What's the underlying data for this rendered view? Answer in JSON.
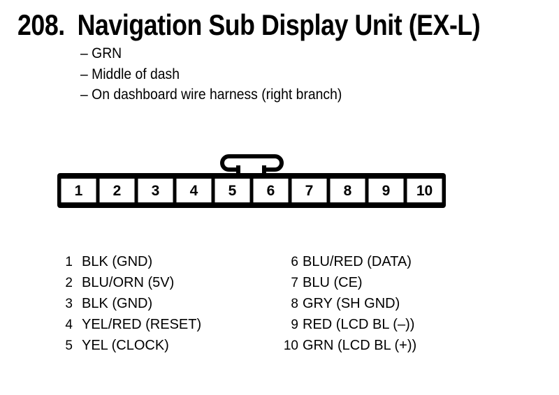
{
  "colors": {
    "ink": "#000000",
    "paper": "#ffffff"
  },
  "header": {
    "number": "208.",
    "title": "Navigation Sub Display Unit (EX-L)"
  },
  "details": {
    "items": [
      "– GRN",
      "– Middle of dash",
      "– On dashboard wire harness (right branch)"
    ]
  },
  "connector": {
    "pin_count": 10,
    "pins": [
      "1",
      "2",
      "3",
      "4",
      "5",
      "6",
      "7",
      "8",
      "9",
      "10"
    ]
  },
  "pinout": {
    "left": [
      {
        "pin": "1",
        "label": "BLK (GND)"
      },
      {
        "pin": "2",
        "label": "BLU/ORN (5V)"
      },
      {
        "pin": "3",
        "label": "BLK (GND)"
      },
      {
        "pin": "4",
        "label": "YEL/RED (RESET)"
      },
      {
        "pin": "5",
        "label": "YEL (CLOCK)"
      }
    ],
    "right": [
      {
        "pin": "6",
        "label": "BLU/RED (DATA)"
      },
      {
        "pin": "7",
        "label": "BLU (CE)"
      },
      {
        "pin": "8",
        "label": "GRY (SH GND)"
      },
      {
        "pin": "9",
        "label": "RED (LCD BL (–))"
      },
      {
        "pin": "10",
        "label": "GRN (LCD BL (+))"
      }
    ]
  }
}
